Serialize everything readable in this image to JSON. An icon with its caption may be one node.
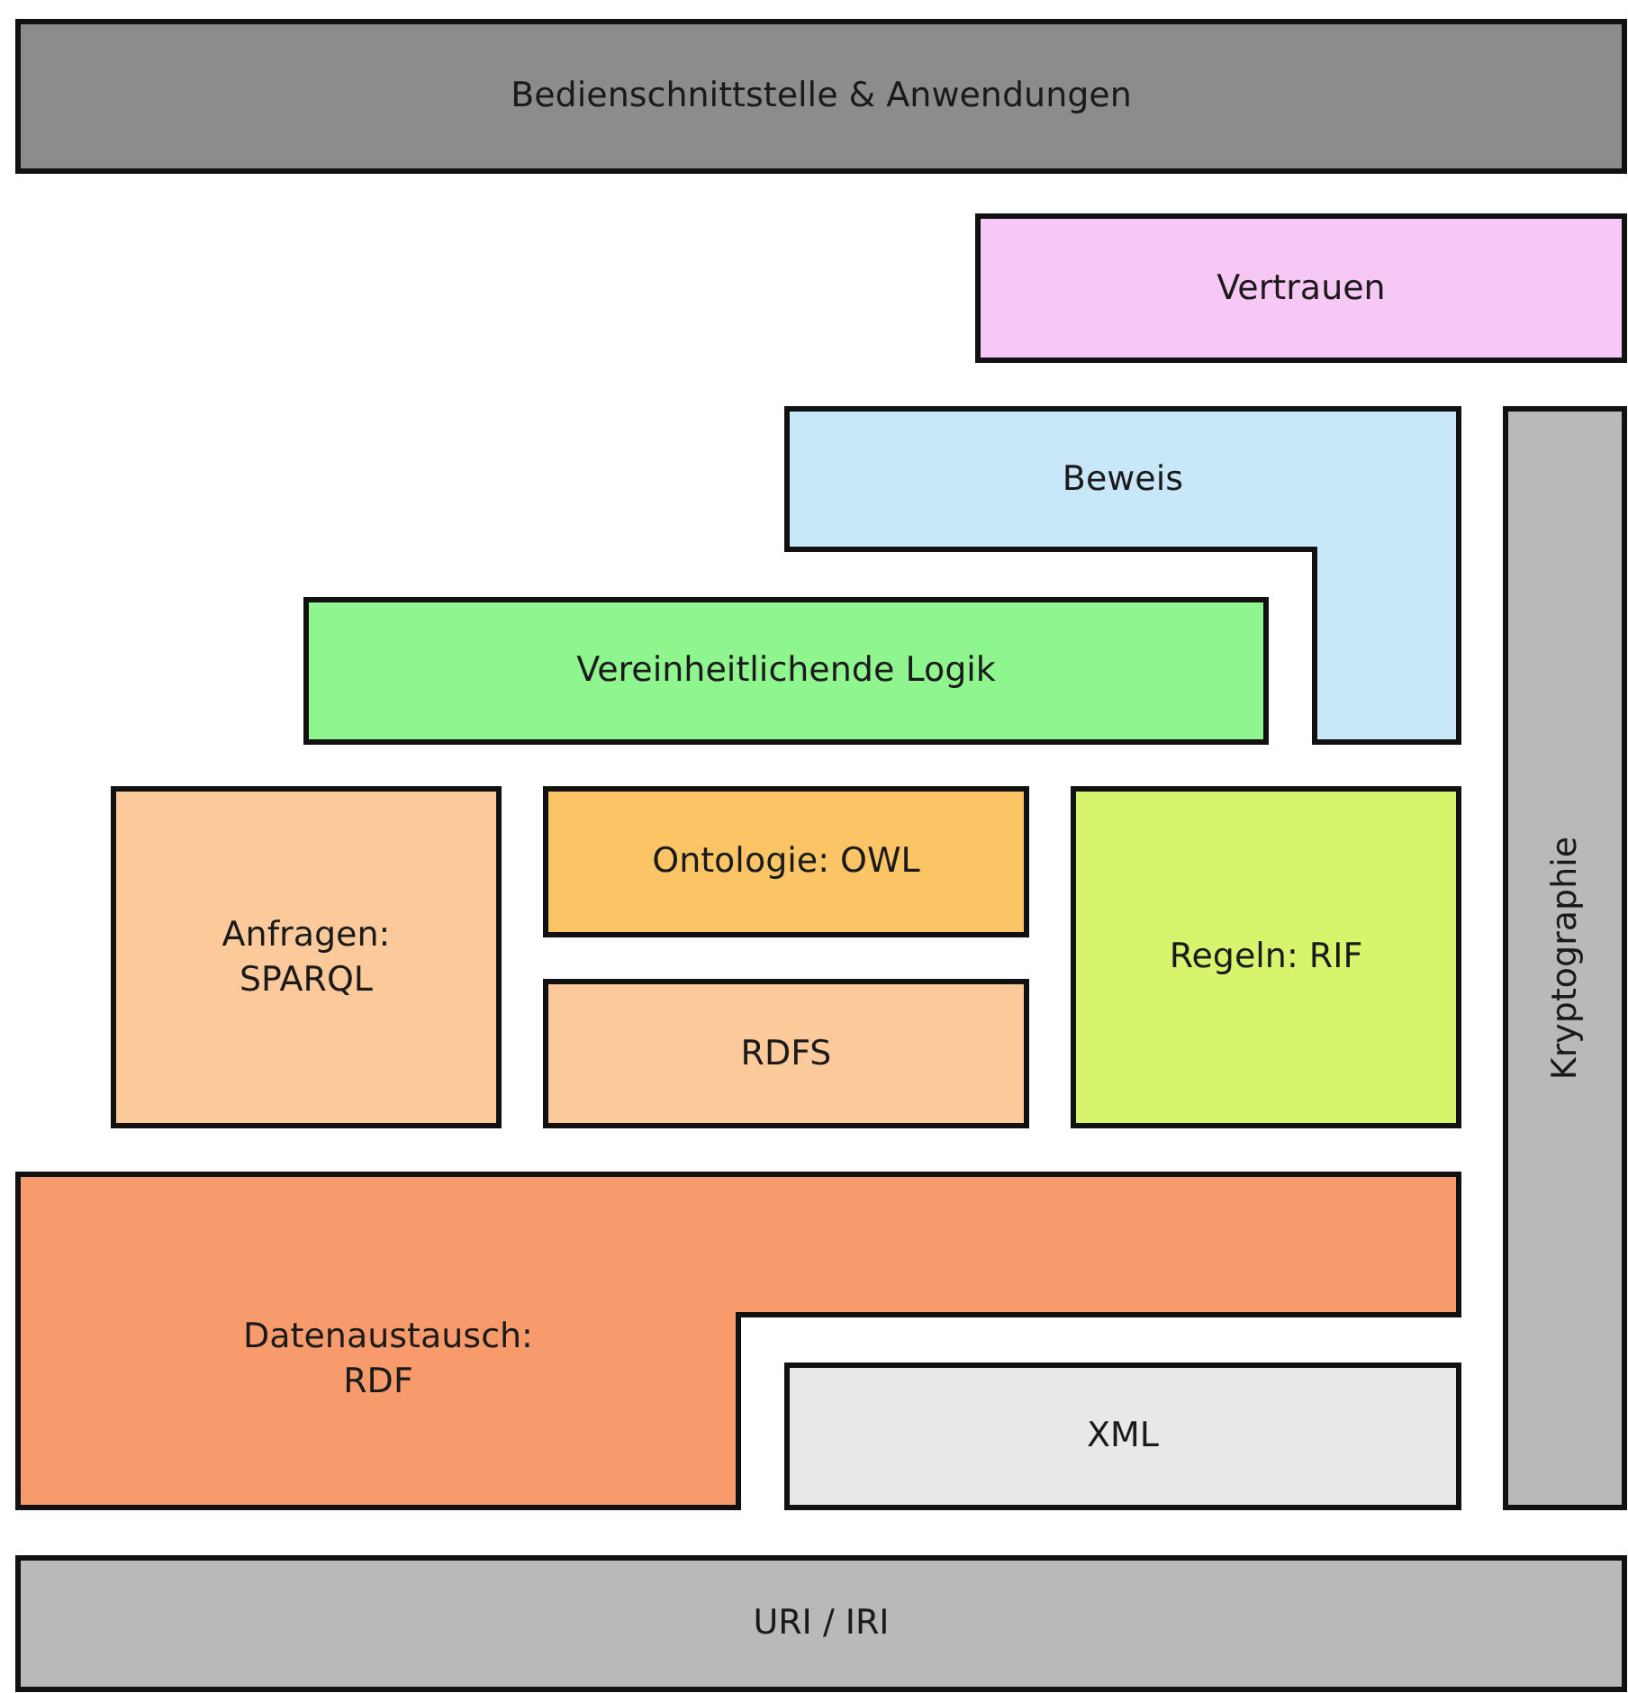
{
  "diagram": {
    "nodes": [
      {
        "text": [
          "Bedienschnittstelle & Anwendungen"
        ]
      },
      {
        "text": [
          "Vertrauen"
        ]
      },
      {
        "text": [
          "Beweis"
        ]
      },
      {
        "text": [
          "Kryptographie"
        ]
      },
      {
        "text": [
          "Vereinheitlichende Logik"
        ]
      },
      {
        "text": [
          "Anfragen: SPARQL"
        ]
      },
      {
        "text": [
          "Ontologie: OWL"
        ]
      },
      {
        "text": [
          "Regeln: RIF"
        ]
      },
      {
        "text": [
          "RDFS"
        ]
      },
      {
        "text": [
          "Datenaustausch: RDF"
        ]
      },
      {
        "text": [
          "XML"
        ]
      },
      {
        "text": [
          "URI / IRI"
        ]
      }
    ]
  }
}
